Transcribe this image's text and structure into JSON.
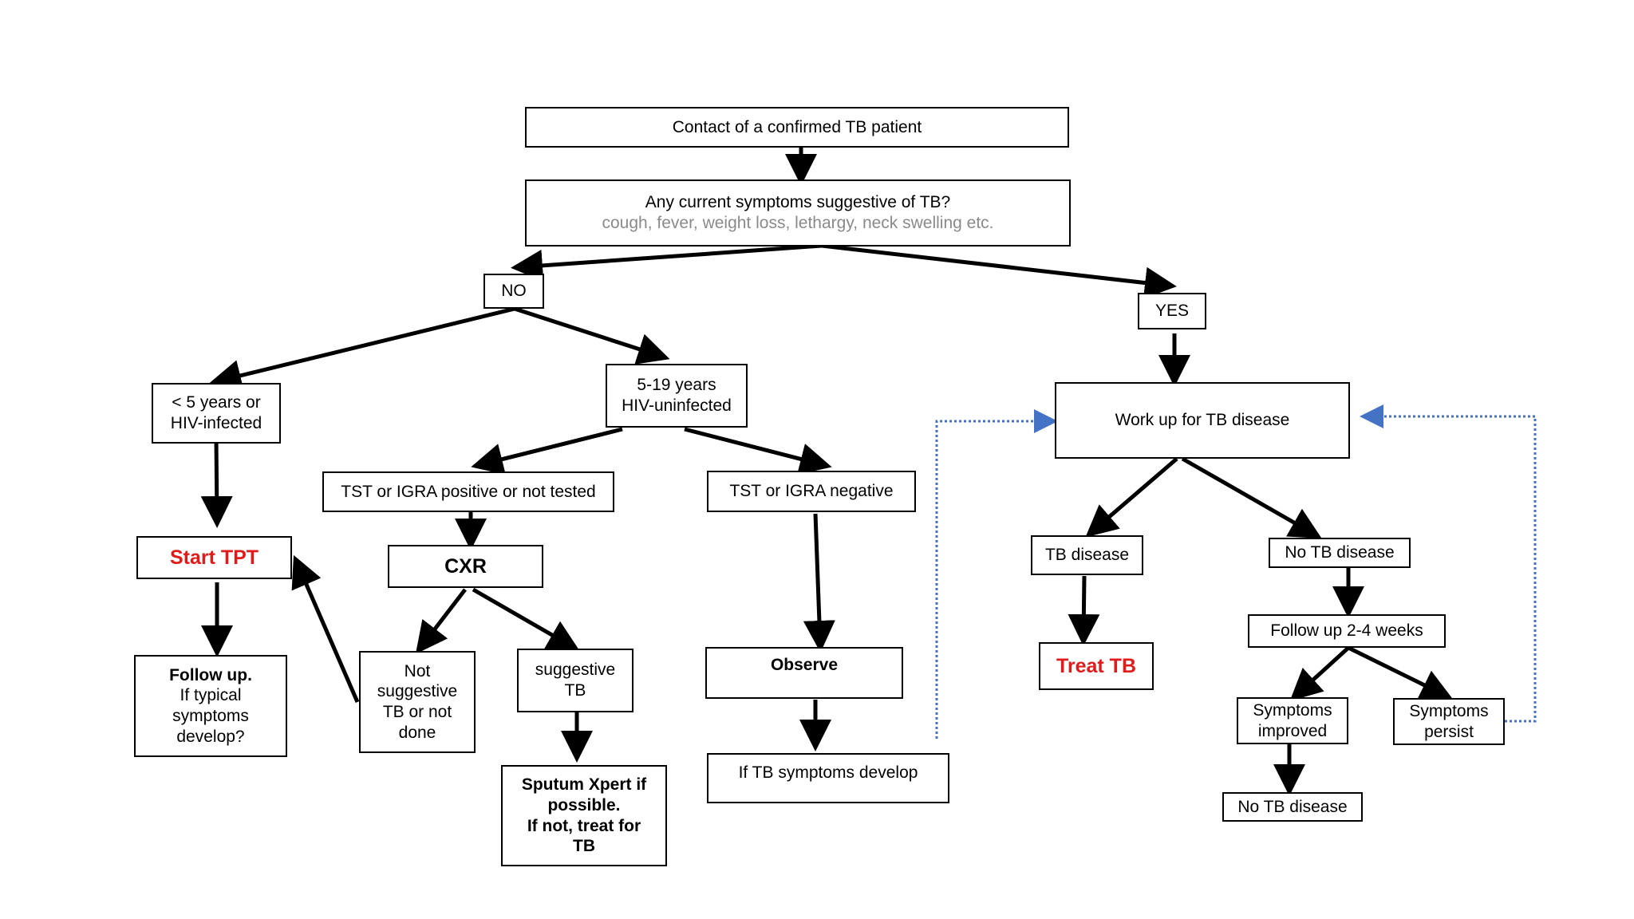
{
  "colors": {
    "action": "#e01b1b",
    "feedback_arrow": "#4472c4",
    "subtext": "#8a8a8a"
  },
  "nodes": {
    "contact": "Contact of a confirmed TB patient",
    "symptoms_question": "Any current symptoms suggestive of TB?",
    "symptoms_examples": "cough, fever, weight loss, lethargy, neck swelling etc.",
    "no": "NO",
    "yes": "YES",
    "under5_l1": "< 5 years or",
    "under5_l2": "HIV-infected",
    "age5_19_l1": "5-19 years",
    "age5_19_l2": "HIV-uninfected",
    "tst_positive": "TST or IGRA positive or not tested",
    "tst_negative": "TST or IGRA negative",
    "start_tpt": "Start TPT",
    "cxr": "CXR",
    "followup_l1": "Follow up.",
    "followup_l2": "If typical",
    "followup_l3": "symptoms",
    "followup_l4": "develop?",
    "not_suggestive_l1": "Not",
    "not_suggestive_l2": "suggestive",
    "not_suggestive_l3": "TB or not",
    "not_suggestive_l4": "done",
    "suggestive_l1": "suggestive",
    "suggestive_l2": "TB",
    "sputum_l1": "Sputum Xpert if",
    "sputum_l2": "possible.",
    "sputum_l3": "If not, treat for",
    "sputum_l4": "TB",
    "observe": "Observe",
    "if_tb_symptoms": "If TB symptoms develop",
    "workup": "Work up for TB disease",
    "tb_disease": "TB disease",
    "no_tb_disease": "No TB disease",
    "treat_tb": "Treat TB",
    "followup_weeks": "Follow up 2-4 weeks",
    "improved_l1": "Symptoms",
    "improved_l2": "improved",
    "persist_l1": "Symptoms",
    "persist_l2": "persist",
    "no_tb_final": "No TB disease"
  }
}
